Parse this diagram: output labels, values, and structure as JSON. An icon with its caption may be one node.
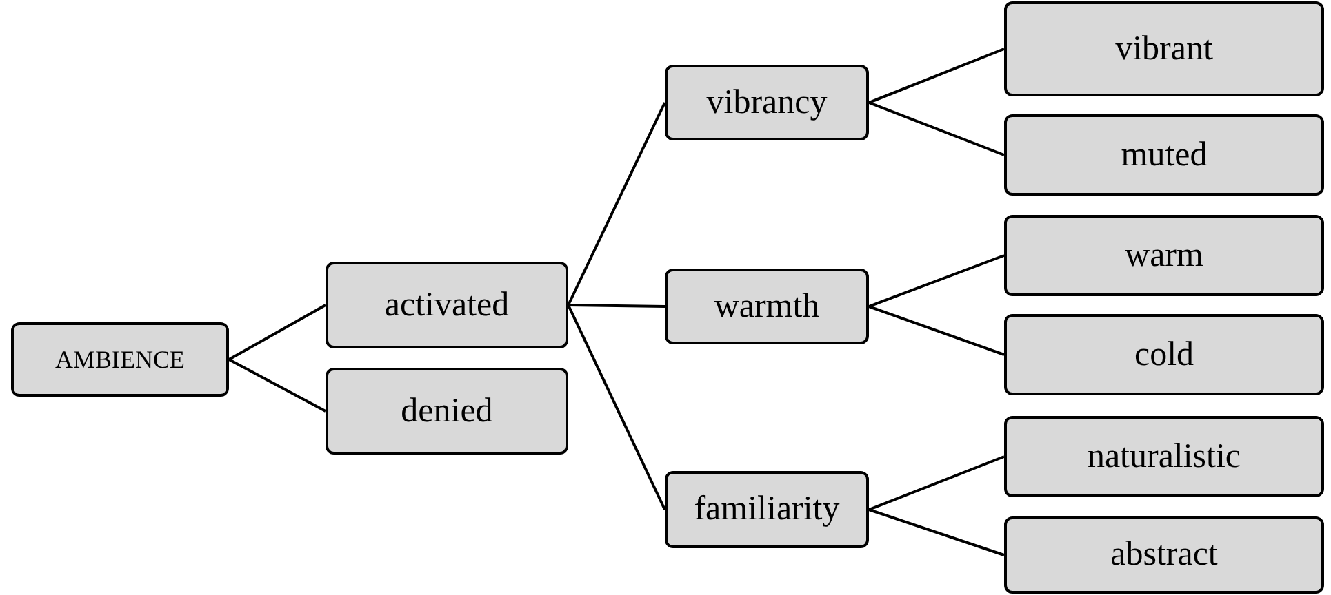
{
  "diagram": {
    "nodes": [
      {
        "text": [
          "AMBIENCE"
        ]
      },
      {
        "text": [
          "activated"
        ]
      },
      {
        "text": [
          "denied"
        ]
      },
      {
        "text": [
          "vibrancy"
        ]
      },
      {
        "text": [
          "warmth"
        ]
      },
      {
        "text": [
          "familiarity"
        ]
      },
      {
        "text": [
          "vibrant"
        ]
      },
      {
        "text": [
          "muted"
        ]
      },
      {
        "text": [
          "warm"
        ]
      },
      {
        "text": [
          "cold"
        ]
      },
      {
        "text": [
          "naturalistic"
        ]
      },
      {
        "text": [
          "abstract"
        ]
      }
    ],
    "edges": [
      {
        "from": 0,
        "to": 1,
        "arrow": "none"
      },
      {
        "from": 0,
        "to": 2,
        "arrow": "none"
      },
      {
        "from": 1,
        "to": 3,
        "arrow": "none"
      },
      {
        "from": 1,
        "to": 4,
        "arrow": "none"
      },
      {
        "from": 1,
        "to": 5,
        "arrow": "none"
      },
      {
        "from": 3,
        "to": 6,
        "arrow": "none"
      },
      {
        "from": 3,
        "to": 7,
        "arrow": "none"
      },
      {
        "from": 4,
        "to": 8,
        "arrow": "none"
      },
      {
        "from": 4,
        "to": 9,
        "arrow": "none"
      },
      {
        "from": 5,
        "to": 10,
        "arrow": "none"
      },
      {
        "from": 5,
        "to": 11,
        "arrow": "none"
      }
    ]
  }
}
